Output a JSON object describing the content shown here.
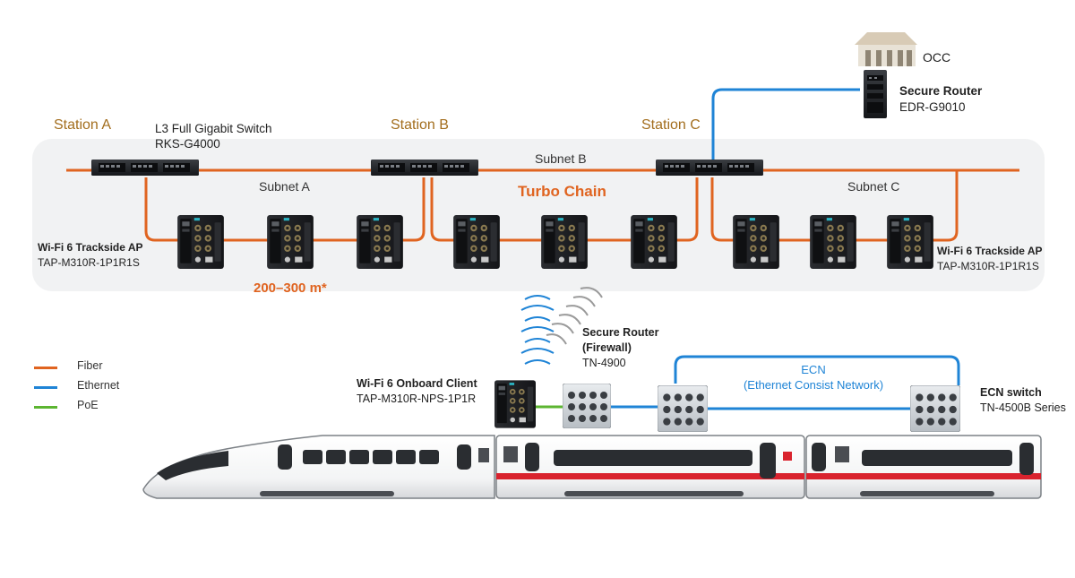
{
  "stations": {
    "a": "Station A",
    "b": "Station B",
    "c": "Station C"
  },
  "occ": "OCC",
  "l3_switch": {
    "title": "L3 Full Gigabit Switch",
    "model": "RKS-G4000"
  },
  "secure_router_top": {
    "title": "Secure Router",
    "model": "EDR-G9010"
  },
  "subnets": {
    "a": "Subnet A",
    "b": "Subnet B",
    "c": "Subnet C"
  },
  "turbo_chain": "Turbo Chain",
  "distance": "200–300 m*",
  "trackside_ap_left": {
    "title": "Wi-Fi 6 Trackside AP",
    "model": "TAP-M310R-1P1R1S"
  },
  "trackside_ap_right": {
    "title": "Wi-Fi 6 Trackside AP",
    "model": "TAP-M310R-1P1R1S"
  },
  "onboard_client": {
    "title": "Wi-Fi 6 Onboard Client",
    "model": "TAP-M310R-NPS-1P1R"
  },
  "firewall": {
    "line1": "Secure Router",
    "line2": "(Firewall)",
    "model": "TN-4900"
  },
  "ecn": {
    "line1": "ECN",
    "line2": "(Ethernet Consist Network)"
  },
  "ecn_switch": {
    "title": "ECN switch",
    "model": "TN-4500B Series"
  },
  "legend": [
    {
      "label": "Fiber",
      "color": "#e06420"
    },
    {
      "label": "Ethernet",
      "color": "#1f84d6"
    },
    {
      "label": "PoE",
      "color": "#5cb531"
    }
  ],
  "colors": {
    "fiber": "#e06420",
    "ethernet": "#1f84d6",
    "poe": "#5cb531",
    "station_label": "#a36e1e",
    "train_stripe": "#d9232e"
  }
}
